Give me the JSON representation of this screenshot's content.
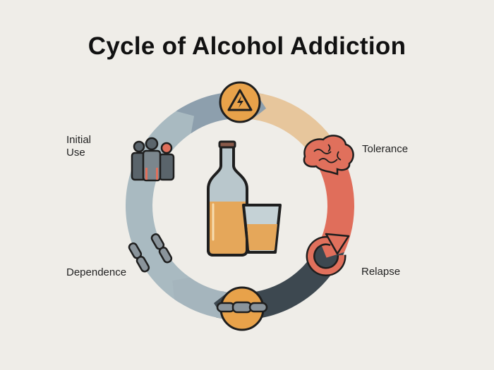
{
  "title": "Cycle of Alcohol Addiction",
  "stages": {
    "initial_use": {
      "line1": "Initial",
      "line2": "Use"
    },
    "tolerance": "Tolerance",
    "relapse": "Relapse",
    "dependence": "Dependence"
  },
  "icons": [
    "warning-icon",
    "brain-icon",
    "refresh-icon",
    "chain-icon",
    "chain-link-icon",
    "people-icon",
    "bottle-icon",
    "glass-icon"
  ],
  "colors": {
    "background": "#efede8",
    "segment_top": "#a9bac1",
    "segment_right_upper": "#8d9fad",
    "segment_right_lower": "#e7c69c",
    "segment_bottom": "#e06e5b",
    "segment_left_lower": "#3d4850",
    "segment_left_upper": "#a5b5bd",
    "orange": "#e8a24a",
    "coral": "#e0705c",
    "outline": "#1e1e1e"
  }
}
